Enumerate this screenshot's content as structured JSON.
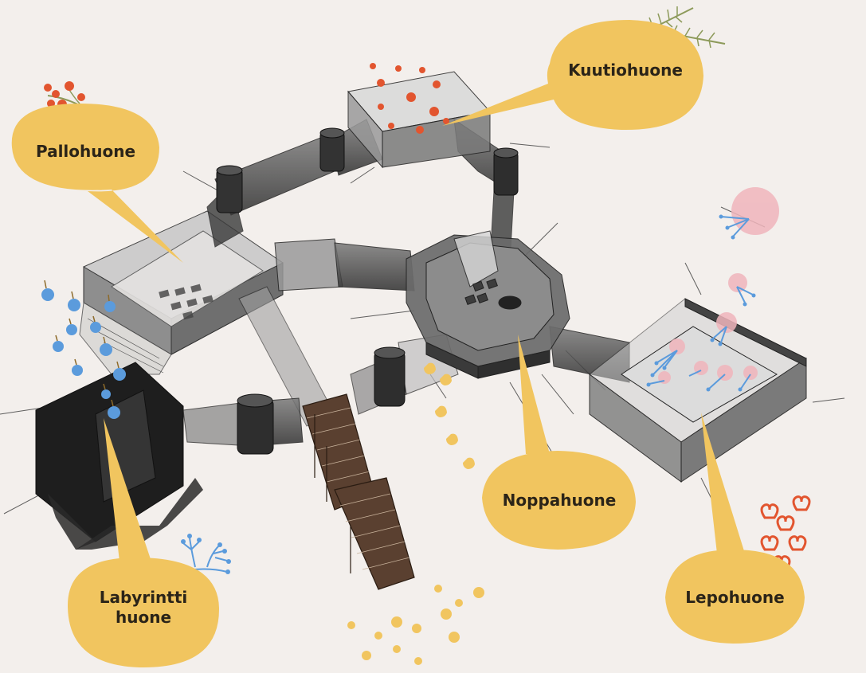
{
  "colors": {
    "background": "#f3efec",
    "callout": "#f1c55f",
    "structure_dark": "#3a3a3a",
    "structure_mid": "#6f6f6f",
    "structure_light": "#bdbdbd",
    "stairs": "#4a3424",
    "berry_red": "#e2552f",
    "berry_blue": "#5b9bdc",
    "leaf_green": "#8d9a5a",
    "flower_pink": "#f0b5bc",
    "flower_yellow": "#f1c55f"
  },
  "rooms": [
    {
      "id": "pallohuone",
      "label": "Pallohuone"
    },
    {
      "id": "kuutiohuone",
      "label": "Kuutiohuone"
    },
    {
      "id": "noppahuone",
      "label": "Noppahuone"
    },
    {
      "id": "labyrintti",
      "label_line1": "Labyrintti",
      "label_line2": "huone"
    },
    {
      "id": "lepohuone",
      "label": "Lepohuone"
    }
  ],
  "decorations": [
    {
      "name": "red-berries",
      "near": "pallohuone"
    },
    {
      "name": "red-dots",
      "near": "kuutiohuone"
    },
    {
      "name": "pine-branches",
      "near": "kuutiohuone"
    },
    {
      "name": "blue-berries",
      "near": "labyrintti"
    },
    {
      "name": "blue-sprig",
      "near": "labyrintti"
    },
    {
      "name": "pink-flowers",
      "near": "lepohuone"
    },
    {
      "name": "red-hearts",
      "near": "lepohuone"
    },
    {
      "name": "yellow-drops",
      "near": "noppahuone"
    },
    {
      "name": "yellow-dots",
      "near": "stairs"
    }
  ]
}
